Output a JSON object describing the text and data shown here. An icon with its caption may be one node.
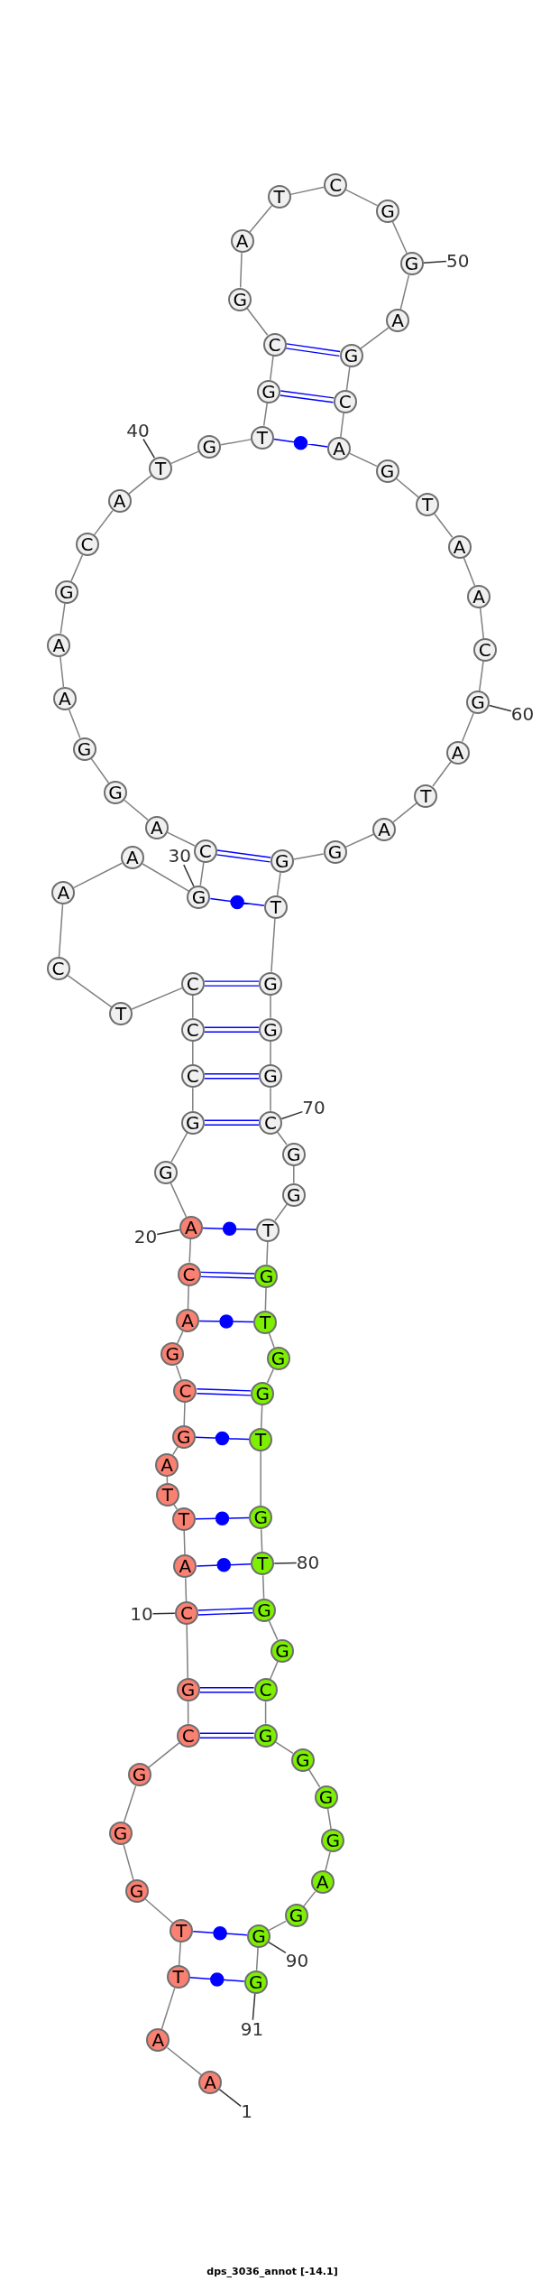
{
  "diagram": {
    "caption": "dps_3036_annot [-14.1]",
    "nodes": [
      {
        "text": [
          "A"
        ]
      },
      {
        "text": [
          "A"
        ]
      },
      {
        "text": [
          "T"
        ]
      },
      {
        "text": [
          "T"
        ]
      },
      {
        "text": [
          "G"
        ]
      },
      {
        "text": [
          "G"
        ]
      },
      {
        "text": [
          "G"
        ]
      },
      {
        "text": [
          "C"
        ]
      },
      {
        "text": [
          "G"
        ]
      },
      {
        "text": [
          "C"
        ]
      },
      {
        "text": [
          "A"
        ]
      },
      {
        "text": [
          "T"
        ]
      },
      {
        "text": [
          "T"
        ]
      },
      {
        "text": [
          "A"
        ]
      },
      {
        "text": [
          "G"
        ]
      },
      {
        "text": [
          "C"
        ]
      },
      {
        "text": [
          "G"
        ]
      },
      {
        "text": [
          "A"
        ]
      },
      {
        "text": [
          "C"
        ]
      },
      {
        "text": [
          "A"
        ]
      },
      {
        "text": [
          "G"
        ]
      },
      {
        "text": [
          "G"
        ]
      },
      {
        "text": [
          "C"
        ]
      },
      {
        "text": [
          "C"
        ]
      },
      {
        "text": [
          "C"
        ]
      },
      {
        "text": [
          "T"
        ]
      },
      {
        "text": [
          "C"
        ]
      },
      {
        "text": [
          "A"
        ]
      },
      {
        "text": [
          "A"
        ]
      },
      {
        "text": [
          "G"
        ]
      },
      {
        "text": [
          "C"
        ]
      },
      {
        "text": [
          "A"
        ]
      },
      {
        "text": [
          "G"
        ]
      },
      {
        "text": [
          "G"
        ]
      },
      {
        "text": [
          "A"
        ]
      },
      {
        "text": [
          "A"
        ]
      },
      {
        "text": [
          "G"
        ]
      },
      {
        "text": [
          "C"
        ]
      },
      {
        "text": [
          "A"
        ]
      },
      {
        "text": [
          "T"
        ]
      },
      {
        "text": [
          "G"
        ]
      },
      {
        "text": [
          "T"
        ]
      },
      {
        "text": [
          "G"
        ]
      },
      {
        "text": [
          "C"
        ]
      },
      {
        "text": [
          "G"
        ]
      },
      {
        "text": [
          "A"
        ]
      },
      {
        "text": [
          "T"
        ]
      },
      {
        "text": [
          "C"
        ]
      },
      {
        "text": [
          "G"
        ]
      },
      {
        "text": [
          "G"
        ]
      },
      {
        "text": [
          "A"
        ]
      },
      {
        "text": [
          "G"
        ]
      },
      {
        "text": [
          "C"
        ]
      },
      {
        "text": [
          "A"
        ]
      },
      {
        "text": [
          "G"
        ]
      },
      {
        "text": [
          "T"
        ]
      },
      {
        "text": [
          "A"
        ]
      },
      {
        "text": [
          "A"
        ]
      },
      {
        "text": [
          "C"
        ]
      },
      {
        "text": [
          "G"
        ]
      },
      {
        "text": [
          "A"
        ]
      },
      {
        "text": [
          "T"
        ]
      },
      {
        "text": [
          "A"
        ]
      },
      {
        "text": [
          "G"
        ]
      },
      {
        "text": [
          "G"
        ]
      },
      {
        "text": [
          "T"
        ]
      },
      {
        "text": [
          "G"
        ]
      },
      {
        "text": [
          "G"
        ]
      },
      {
        "text": [
          "G"
        ]
      },
      {
        "text": [
          "C"
        ]
      },
      {
        "text": [
          "G"
        ]
      },
      {
        "text": [
          "G"
        ]
      },
      {
        "text": [
          "T"
        ]
      },
      {
        "text": [
          "G"
        ]
      },
      {
        "text": [
          "T"
        ]
      },
      {
        "text": [
          "G"
        ]
      },
      {
        "text": [
          "G"
        ]
      },
      {
        "text": [
          "T"
        ]
      },
      {
        "text": [
          "G"
        ]
      },
      {
        "text": [
          "T"
        ]
      },
      {
        "text": [
          "G"
        ]
      },
      {
        "text": [
          "G"
        ]
      },
      {
        "text": [
          "C"
        ]
      },
      {
        "text": [
          "G"
        ]
      },
      {
        "text": [
          "G"
        ]
      },
      {
        "text": [
          "G"
        ]
      },
      {
        "text": [
          "G"
        ]
      },
      {
        "text": [
          "A"
        ]
      },
      {
        "text": [
          "G"
        ]
      },
      {
        "text": [
          "G"
        ]
      },
      {
        "text": [
          "G"
        ]
      },
      {
        "text": [
          "1"
        ]
      },
      {
        "text": [
          "10"
        ]
      },
      {
        "text": [
          "20"
        ]
      },
      {
        "text": [
          "30"
        ]
      },
      {
        "text": [
          "40"
        ]
      },
      {
        "text": [
          "50"
        ]
      },
      {
        "text": [
          "60"
        ]
      },
      {
        "text": [
          "70"
        ]
      },
      {
        "text": [
          "80"
        ]
      },
      {
        "text": [
          "90"
        ]
      },
      {
        "text": [
          "91"
        ]
      }
    ],
    "edges": [
      {
        "from": 0,
        "to": 1,
        "arrow": "none"
      },
      {
        "from": 1,
        "to": 2,
        "arrow": "none"
      },
      {
        "from": 2,
        "to": 3,
        "arrow": "none"
      },
      {
        "from": 3,
        "to": 4,
        "arrow": "none"
      },
      {
        "from": 4,
        "to": 5,
        "arrow": "none"
      },
      {
        "from": 5,
        "to": 6,
        "arrow": "none"
      },
      {
        "from": 6,
        "to": 7,
        "arrow": "none"
      },
      {
        "from": 7,
        "to": 8,
        "arrow": "none"
      },
      {
        "from": 8,
        "to": 9,
        "arrow": "none"
      },
      {
        "from": 9,
        "to": 10,
        "arrow": "none"
      },
      {
        "from": 10,
        "to": 11,
        "arrow": "none"
      },
      {
        "from": 11,
        "to": 12,
        "arrow": "none"
      },
      {
        "from": 12,
        "to": 13,
        "arrow": "none"
      },
      {
        "from": 13,
        "to": 14,
        "arrow": "none"
      },
      {
        "from": 14,
        "to": 15,
        "arrow": "none"
      },
      {
        "from": 15,
        "to": 16,
        "arrow": "none"
      },
      {
        "from": 16,
        "to": 17,
        "arrow": "none"
      },
      {
        "from": 17,
        "to": 18,
        "arrow": "none"
      },
      {
        "from": 18,
        "to": 19,
        "arrow": "none"
      },
      {
        "from": 19,
        "to": 20,
        "arrow": "none"
      },
      {
        "from": 20,
        "to": 21,
        "arrow": "none"
      },
      {
        "from": 21,
        "to": 22,
        "arrow": "none"
      },
      {
        "from": 22,
        "to": 23,
        "arrow": "none"
      },
      {
        "from": 23,
        "to": 24,
        "arrow": "none"
      },
      {
        "from": 24,
        "to": 25,
        "arrow": "none"
      },
      {
        "from": 25,
        "to": 26,
        "arrow": "none"
      },
      {
        "from": 26,
        "to": 27,
        "arrow": "none"
      },
      {
        "from": 27,
        "to": 28,
        "arrow": "none"
      },
      {
        "from": 28,
        "to": 29,
        "arrow": "none"
      },
      {
        "from": 29,
        "to": 30,
        "arrow": "none"
      },
      {
        "from": 30,
        "to": 31,
        "arrow": "none"
      },
      {
        "from": 31,
        "to": 32,
        "arrow": "none"
      },
      {
        "from": 32,
        "to": 33,
        "arrow": "none"
      },
      {
        "from": 33,
        "to": 34,
        "arrow": "none"
      },
      {
        "from": 34,
        "to": 35,
        "arrow": "none"
      },
      {
        "from": 35,
        "to": 36,
        "arrow": "none"
      },
      {
        "from": 36,
        "to": 37,
        "arrow": "none"
      },
      {
        "from": 37,
        "to": 38,
        "arrow": "none"
      },
      {
        "from": 38,
        "to": 39,
        "arrow": "none"
      },
      {
        "from": 39,
        "to": 40,
        "arrow": "none"
      },
      {
        "from": 40,
        "to": 41,
        "arrow": "none"
      },
      {
        "from": 41,
        "to": 42,
        "arrow": "none"
      },
      {
        "from": 42,
        "to": 43,
        "arrow": "none"
      },
      {
        "from": 43,
        "to": 44,
        "arrow": "none"
      },
      {
        "from": 44,
        "to": 45,
        "arrow": "none"
      },
      {
        "from": 45,
        "to": 46,
        "arrow": "none"
      },
      {
        "from": 46,
        "to": 47,
        "arrow": "none"
      },
      {
        "from": 47,
        "to": 48,
        "arrow": "none"
      },
      {
        "from": 48,
        "to": 49,
        "arrow": "none"
      },
      {
        "from": 49,
        "to": 50,
        "arrow": "none"
      },
      {
        "from": 50,
        "to": 51,
        "arrow": "none"
      },
      {
        "from": 51,
        "to": 52,
        "arrow": "none"
      },
      {
        "from": 52,
        "to": 53,
        "arrow": "none"
      },
      {
        "from": 53,
        "to": 54,
        "arrow": "none"
      },
      {
        "from": 54,
        "to": 55,
        "arrow": "none"
      },
      {
        "from": 55,
        "to": 56,
        "arrow": "none"
      },
      {
        "from": 56,
        "to": 57,
        "arrow": "none"
      },
      {
        "from": 57,
        "to": 58,
        "arrow": "none"
      },
      {
        "from": 58,
        "to": 59,
        "arrow": "none"
      },
      {
        "from": 59,
        "to": 60,
        "arrow": "none"
      },
      {
        "from": 60,
        "to": 61,
        "arrow": "none"
      },
      {
        "from": 61,
        "to": 62,
        "arrow": "none"
      },
      {
        "from": 62,
        "to": 63,
        "arrow": "none"
      },
      {
        "from": 63,
        "to": 64,
        "arrow": "none"
      },
      {
        "from": 64,
        "to": 65,
        "arrow": "none"
      },
      {
        "from": 65,
        "to": 66,
        "arrow": "none"
      },
      {
        "from": 66,
        "to": 67,
        "arrow": "none"
      },
      {
        "from": 67,
        "to": 68,
        "arrow": "none"
      },
      {
        "from": 68,
        "to": 69,
        "arrow": "none"
      },
      {
        "from": 69,
        "to": 70,
        "arrow": "none"
      },
      {
        "from": 70,
        "to": 71,
        "arrow": "none"
      },
      {
        "from": 71,
        "to": 72,
        "arrow": "none"
      },
      {
        "from": 72,
        "to": 73,
        "arrow": "none"
      },
      {
        "from": 73,
        "to": 74,
        "arrow": "none"
      },
      {
        "from": 74,
        "to": 75,
        "arrow": "none"
      },
      {
        "from": 75,
        "to": 76,
        "arrow": "none"
      },
      {
        "from": 76,
        "to": 77,
        "arrow": "none"
      },
      {
        "from": 77,
        "to": 78,
        "arrow": "none"
      },
      {
        "from": 78,
        "to": 79,
        "arrow": "none"
      },
      {
        "from": 79,
        "to": 80,
        "arrow": "none"
      },
      {
        "from": 80,
        "to": 81,
        "arrow": "none"
      },
      {
        "from": 81,
        "to": 82,
        "arrow": "none"
      },
      {
        "from": 82,
        "to": 83,
        "arrow": "none"
      },
      {
        "from": 83,
        "to": 84,
        "arrow": "none"
      },
      {
        "from": 84,
        "to": 85,
        "arrow": "none"
      },
      {
        "from": 85,
        "to": 86,
        "arrow": "none"
      },
      {
        "from": 86,
        "to": 87,
        "arrow": "none"
      },
      {
        "from": 87,
        "to": 88,
        "arrow": "none"
      },
      {
        "from": 88,
        "to": 89,
        "arrow": "none"
      },
      {
        "from": 89,
        "to": 90,
        "arrow": "none"
      },
      {
        "from": 2,
        "to": 90,
        "arrow": "none",
        "color": "#0000ff"
      },
      {
        "from": 3,
        "to": 89,
        "arrow": "none",
        "color": "#0000ff"
      },
      {
        "from": 7,
        "to": 83,
        "arrow": "none",
        "color": "#0000ff"
      },
      {
        "from": 8,
        "to": 82,
        "arrow": "none",
        "color": "#0000ff"
      },
      {
        "from": 9,
        "to": 80,
        "arrow": "none",
        "color": "#0000ff"
      },
      {
        "from": 10,
        "to": 79,
        "arrow": "none",
        "color": "#0000ff"
      },
      {
        "from": 11,
        "to": 78,
        "arrow": "none",
        "color": "#0000ff"
      },
      {
        "from": 14,
        "to": 77,
        "arrow": "none",
        "color": "#0000ff"
      },
      {
        "from": 15,
        "to": 76,
        "arrow": "none",
        "color": "#0000ff"
      },
      {
        "from": 17,
        "to": 74,
        "arrow": "none",
        "color": "#0000ff"
      },
      {
        "from": 18,
        "to": 73,
        "arrow": "none",
        "color": "#0000ff"
      },
      {
        "from": 19,
        "to": 72,
        "arrow": "none",
        "color": "#0000ff"
      },
      {
        "from": 21,
        "to": 69,
        "arrow": "none",
        "color": "#0000ff"
      },
      {
        "from": 22,
        "to": 68,
        "arrow": "none",
        "color": "#0000ff"
      },
      {
        "from": 23,
        "to": 67,
        "arrow": "none",
        "color": "#0000ff"
      },
      {
        "from": 24,
        "to": 66,
        "arrow": "none",
        "color": "#0000ff"
      },
      {
        "from": 29,
        "to": 65,
        "arrow": "none",
        "color": "#0000ff"
      },
      {
        "from": 30,
        "to": 64,
        "arrow": "none",
        "color": "#0000ff"
      },
      {
        "from": 41,
        "to": 53,
        "arrow": "none",
        "color": "#0000ff"
      },
      {
        "from": 42,
        "to": 52,
        "arrow": "none",
        "color": "#0000ff"
      },
      {
        "from": 43,
        "to": 51,
        "arrow": "none",
        "color": "#0000ff"
      },
      {
        "from": 91,
        "to": 0,
        "arrow": "none",
        "color": "#333333"
      },
      {
        "from": 92,
        "to": 9,
        "arrow": "none",
        "color": "#333333"
      },
      {
        "from": 93,
        "to": 19,
        "arrow": "none",
        "color": "#333333"
      },
      {
        "from": 94,
        "to": 29,
        "arrow": "none",
        "color": "#333333"
      },
      {
        "from": 95,
        "to": 39,
        "arrow": "none",
        "color": "#333333"
      },
      {
        "from": 96,
        "to": 49,
        "arrow": "none",
        "color": "#333333"
      },
      {
        "from": 97,
        "to": 59,
        "arrow": "none",
        "color": "#333333"
      },
      {
        "from": 98,
        "to": 69,
        "arrow": "none",
        "color": "#333333"
      },
      {
        "from": 99,
        "to": 79,
        "arrow": "none",
        "color": "#333333"
      },
      {
        "from": 100,
        "to": 89,
        "arrow": "none",
        "color": "#333333"
      },
      {
        "from": 101,
        "to": 90,
        "arrow": "none",
        "color": "#333333"
      }
    ]
  }
}
